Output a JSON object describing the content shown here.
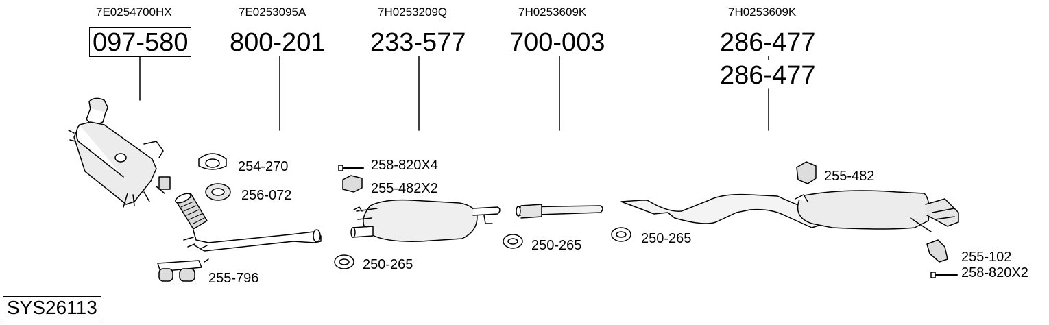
{
  "system_code": "SYS26113",
  "parts": [
    {
      "oem": "7E0254700HX",
      "number": "097-580"
    },
    {
      "oem": "7E0253095A",
      "number": "800-201"
    },
    {
      "oem": "7H0253209Q",
      "number": "233-577"
    },
    {
      "oem": "7H0253609K",
      "number": "700-003"
    },
    {
      "oem": "7H0253609K",
      "number": "286-477",
      "number_alt": "286-477"
    }
  ],
  "accessories": [
    {
      "label": "254-270"
    },
    {
      "label": "256-072"
    },
    {
      "label": "255-796"
    },
    {
      "label": "258-820X4"
    },
    {
      "label": "255-482X2"
    },
    {
      "label": "250-265"
    },
    {
      "label": "250-265"
    },
    {
      "label": "250-265"
    },
    {
      "label": "255-482"
    },
    {
      "label": "255-102"
    },
    {
      "label": "258-820X2"
    }
  ]
}
